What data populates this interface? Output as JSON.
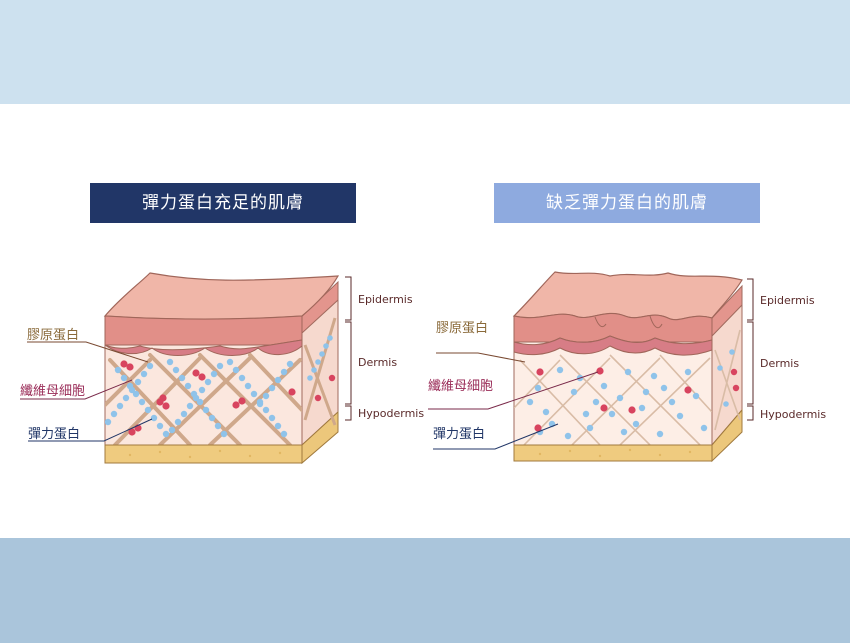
{
  "titles": {
    "left": "彈力蛋白充足的肌膚",
    "right": "缺乏彈力蛋白的肌膚"
  },
  "layers": {
    "epidermis": "Epidermis",
    "dermis": "Dermis",
    "hypodermis": "Hypodermis"
  },
  "labels": {
    "collagen": "膠原蛋白",
    "fibroblast": "纖維母細胞",
    "elastin": "彈力蛋白"
  },
  "colors": {
    "header_dark": "#213667",
    "header_light": "#8eaadf",
    "collagen_label": "#8a6a3a",
    "fibroblast_label": "#9a2c58",
    "elastin_label": "#213667"
  }
}
